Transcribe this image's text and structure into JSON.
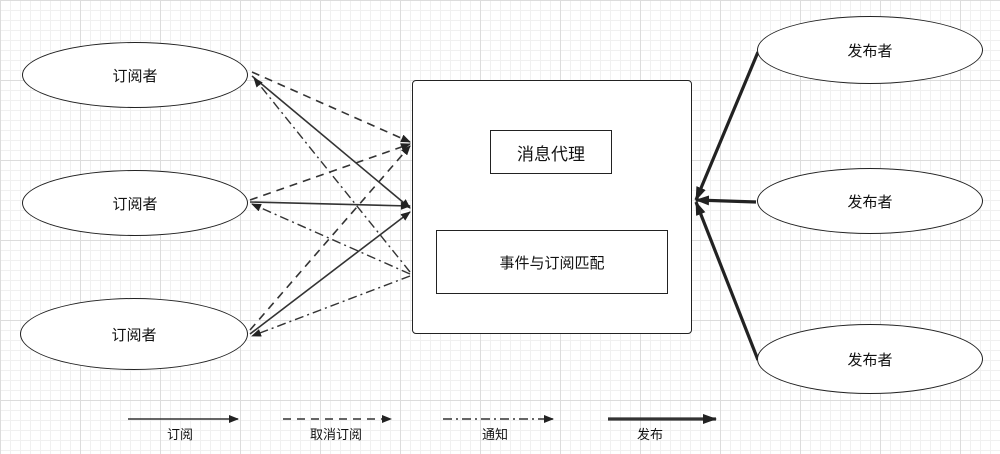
{
  "diagram": {
    "subscribers": [
      "订阅者",
      "订阅者",
      "订阅者"
    ],
    "publishers": [
      "发布者",
      "发布者",
      "发布者"
    ],
    "broker": {
      "agent_label": "消息代理",
      "match_label": "事件与订阅匹配"
    },
    "legend": {
      "subscribe": "订阅",
      "unsubscribe": "取消订阅",
      "notify": "通知",
      "publish": "发布"
    }
  }
}
